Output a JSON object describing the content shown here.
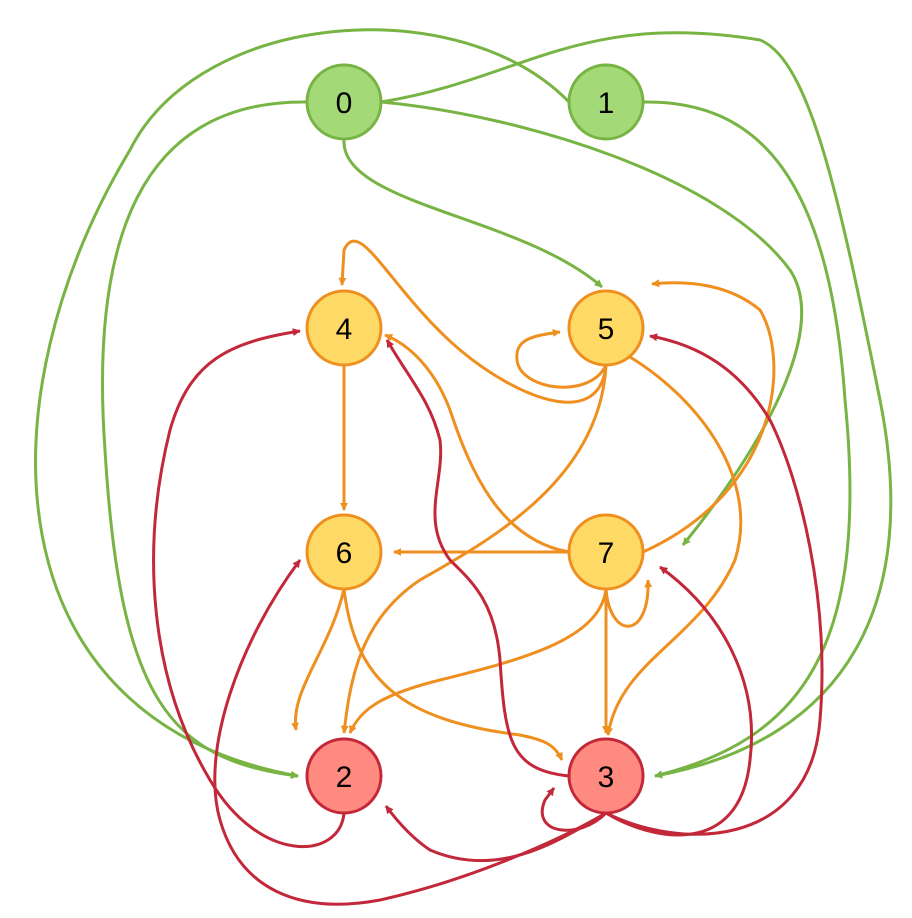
{
  "colors": {
    "green_fill": "#a3d977",
    "green_stroke": "#78b444",
    "yellow_fill": "#ffd966",
    "yellow_stroke": "#ee8f1f",
    "red_fill": "#ff8a80",
    "red_stroke": "#c3283a"
  },
  "nodes": [
    {
      "id": "0",
      "label": "0",
      "group": "green"
    },
    {
      "id": "1",
      "label": "1",
      "group": "green"
    },
    {
      "id": "4",
      "label": "4",
      "group": "yellow"
    },
    {
      "id": "5",
      "label": "5",
      "group": "yellow"
    },
    {
      "id": "6",
      "label": "6",
      "group": "yellow"
    },
    {
      "id": "7",
      "label": "7",
      "group": "yellow"
    },
    {
      "id": "2",
      "label": "2",
      "group": "red"
    },
    {
      "id": "3",
      "label": "3",
      "group": "red"
    }
  ],
  "edges": [
    {
      "from": "0",
      "to": "5",
      "group": "green"
    },
    {
      "from": "0",
      "to": "7",
      "group": "green"
    },
    {
      "from": "0",
      "to": "2",
      "group": "green"
    },
    {
      "from": "0",
      "to": "3",
      "group": "green"
    },
    {
      "from": "1",
      "to": "2",
      "group": "green"
    },
    {
      "from": "1",
      "to": "3",
      "group": "green"
    },
    {
      "from": "4",
      "to": "6",
      "group": "yellow"
    },
    {
      "from": "5",
      "to": "4",
      "group": "yellow"
    },
    {
      "from": "5",
      "to": "5",
      "group": "yellow"
    },
    {
      "from": "5",
      "to": "2",
      "group": "yellow"
    },
    {
      "from": "5",
      "to": "3",
      "group": "yellow"
    },
    {
      "from": "7",
      "to": "4",
      "group": "yellow"
    },
    {
      "from": "7",
      "to": "5",
      "group": "yellow"
    },
    {
      "from": "7",
      "to": "6",
      "group": "yellow"
    },
    {
      "from": "7",
      "to": "7",
      "group": "yellow"
    },
    {
      "from": "7",
      "to": "2",
      "group": "yellow"
    },
    {
      "from": "7",
      "to": "3",
      "group": "yellow"
    },
    {
      "from": "6",
      "to": "2",
      "group": "yellow"
    },
    {
      "from": "6",
      "to": "3",
      "group": "yellow"
    },
    {
      "from": "2",
      "to": "4",
      "group": "red"
    },
    {
      "from": "3",
      "to": "4",
      "group": "red"
    },
    {
      "from": "3",
      "to": "5",
      "group": "red"
    },
    {
      "from": "3",
      "to": "7",
      "group": "red"
    },
    {
      "from": "3",
      "to": "6",
      "group": "red"
    },
    {
      "from": "3",
      "to": "2",
      "group": "red"
    },
    {
      "from": "3",
      "to": "3",
      "group": "red"
    }
  ]
}
